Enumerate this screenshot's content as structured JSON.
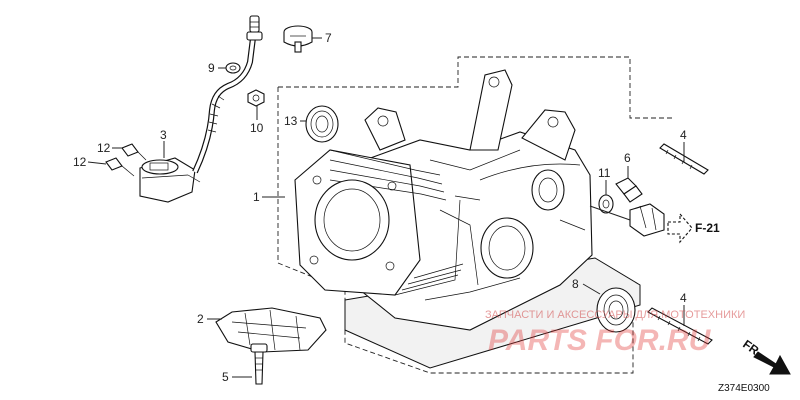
{
  "callouts": {
    "c1": "1",
    "c2": "2",
    "c3": "3",
    "c4a": "4",
    "c4b": "4",
    "c5": "5",
    "c6": "6",
    "c7": "7",
    "c8": "8",
    "c9": "9",
    "c10": "10",
    "c11": "11",
    "c12a": "12",
    "c12b": "12",
    "c13": "13"
  },
  "reference": {
    "label": "F-21"
  },
  "direction": {
    "label": "FR."
  },
  "diagram_code": "Z374E0300",
  "watermark": {
    "text": "ЗАПЧАСТИ И АКСЕССУАРЫ ДЛЯ МОТОТЕХНИКИ",
    "logo": "PARTS FOR.RU"
  }
}
